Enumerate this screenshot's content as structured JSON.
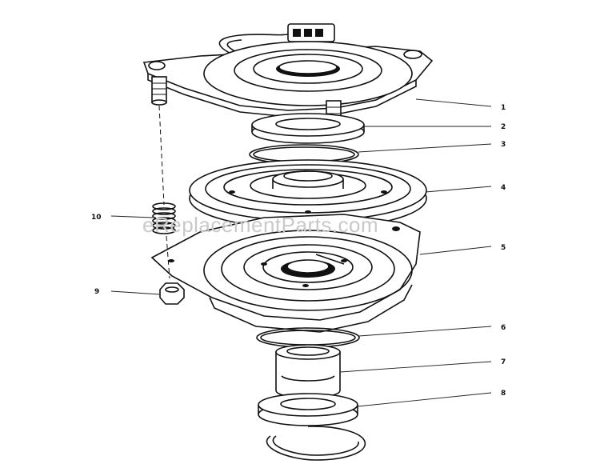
{
  "watermark": "eReplacementParts.com",
  "callouts": [
    {
      "id": "1",
      "text": "1"
    },
    {
      "id": "2",
      "text": "2"
    },
    {
      "id": "3",
      "text": "3"
    },
    {
      "id": "4",
      "text": "4"
    },
    {
      "id": "5",
      "text": "5"
    },
    {
      "id": "6",
      "text": "6"
    },
    {
      "id": "7",
      "text": "7"
    },
    {
      "id": "8",
      "text": "8"
    },
    {
      "id": "9",
      "text": "9"
    },
    {
      "id": "10",
      "text": "10"
    }
  ]
}
